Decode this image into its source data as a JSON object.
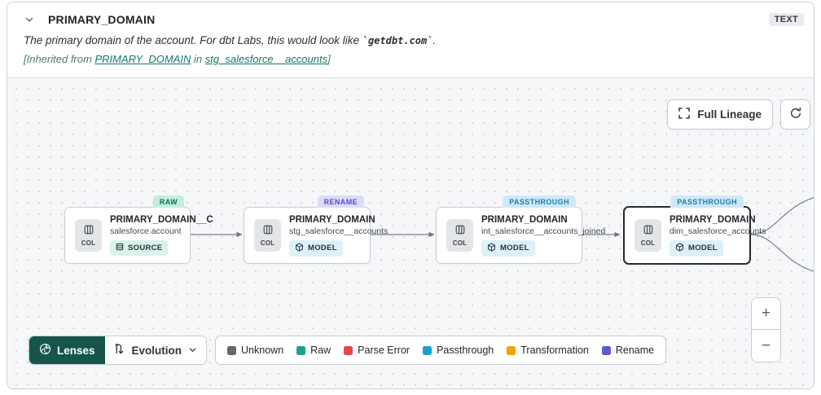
{
  "header": {
    "title": "PRIMARY_DOMAIN",
    "type_badge": "TEXT",
    "description_prefix": "The primary domain of the account. For dbt Labs, this would look like ",
    "description_code": "`getdbt.com`",
    "description_suffix": ".",
    "inherited_prefix": "[Inherited from ",
    "inherited_column_link": "PRIMARY_DOMAIN",
    "inherited_middle": " in ",
    "inherited_model_link": "stg_salesforce__accounts",
    "inherited_suffix": "]"
  },
  "controls": {
    "full_lineage_label": "Full Lineage",
    "zoom_in": "+",
    "zoom_out": "−"
  },
  "nodes": [
    {
      "name": "PRIMARY_DOMAIN__C",
      "parent": "salesforce.account",
      "resource_type": "SOURCE",
      "status": "RAW",
      "col_label": "COL",
      "selected": false
    },
    {
      "name": "PRIMARY_DOMAIN",
      "parent": "stg_salesforce__accounts",
      "resource_type": "MODEL",
      "status": "RENAME",
      "col_label": "COL",
      "selected": false
    },
    {
      "name": "PRIMARY_DOMAIN",
      "parent": "int_salesforce__accounts_joined",
      "resource_type": "MODEL",
      "status": "PASSTHROUGH",
      "col_label": "COL",
      "selected": false
    },
    {
      "name": "PRIMARY_DOMAIN",
      "parent": "dim_salesforce_accounts",
      "resource_type": "MODEL",
      "status": "PASSTHROUGH",
      "col_label": "COL",
      "selected": true
    }
  ],
  "status_colors": {
    "RAW": {
      "bg": "#c3eedd",
      "text": "#0e6b58"
    },
    "RENAME": {
      "bg": "#dcdcf9",
      "text": "#544fc8"
    },
    "PASSTHROUGH": {
      "bg": "#cfe9f8",
      "text": "#1a7fae"
    }
  },
  "lenses": {
    "button_label": "Lenses",
    "selected_lens": "Evolution"
  },
  "legend": [
    {
      "label": "Unknown",
      "color": "#64676d"
    },
    {
      "label": "Raw",
      "color": "#1ba389"
    },
    {
      "label": "Parse Error",
      "color": "#e5484d"
    },
    {
      "label": "Passthrough",
      "color": "#18a0d2"
    },
    {
      "label": "Transformation",
      "color": "#f0a30b"
    },
    {
      "label": "Rename",
      "color": "#5a5ad1"
    }
  ]
}
